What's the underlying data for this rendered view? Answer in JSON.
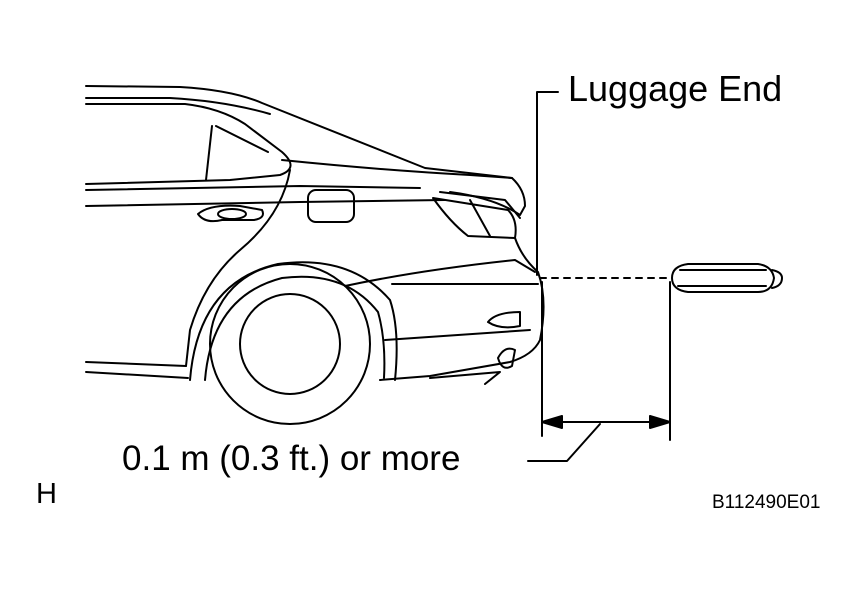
{
  "labels": {
    "luggage_end": "Luggage End",
    "distance": "0.1 m (0.3 ft.) or more",
    "view_letter": "H",
    "figure_code": "B112490E01"
  },
  "colors": {
    "line": "#000000",
    "background": "#ffffff"
  },
  "icons": {
    "vehicle": "car-rear-outline-icon",
    "key": "electronic-key-icon"
  }
}
